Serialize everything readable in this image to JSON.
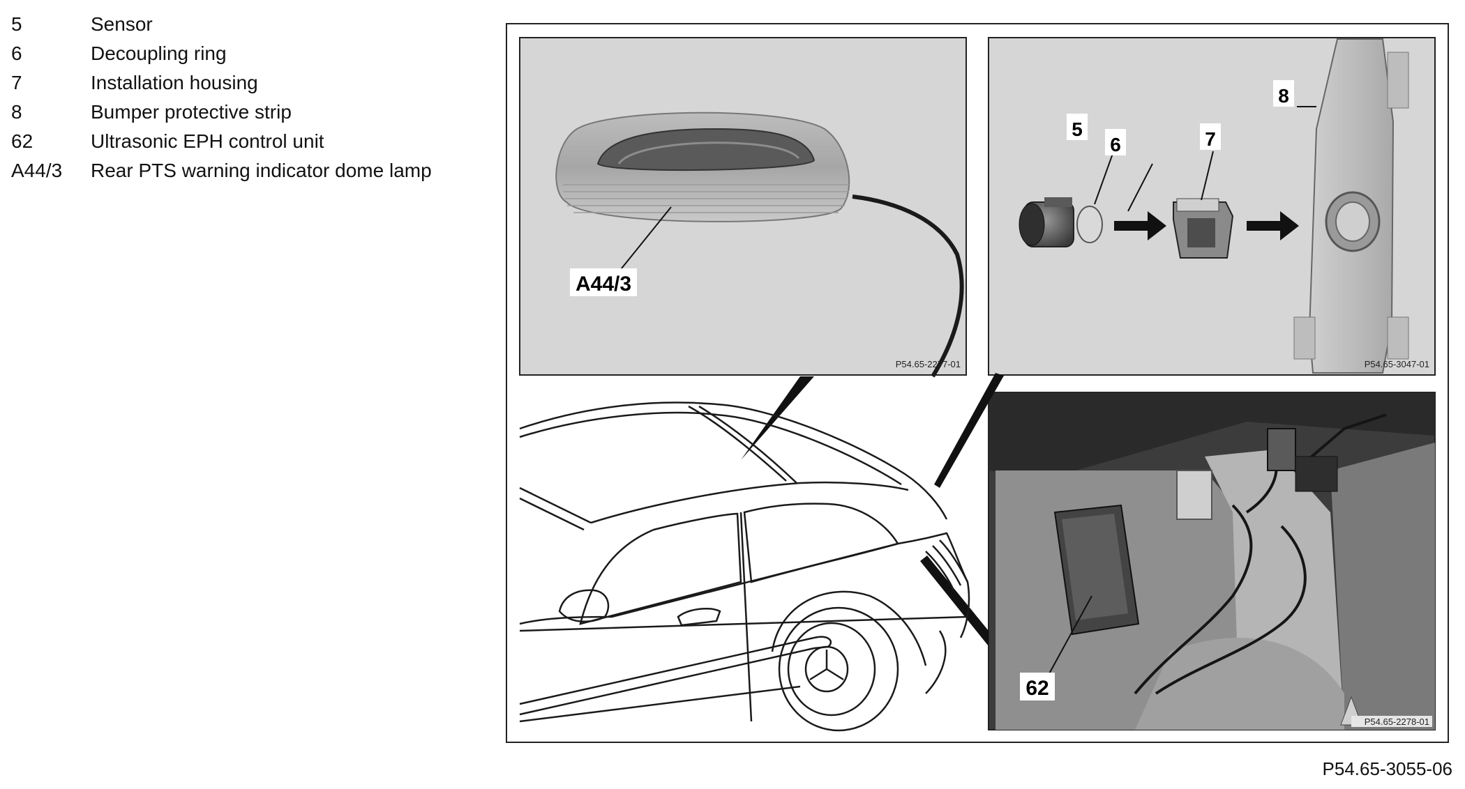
{
  "legend": [
    {
      "key": "5",
      "desc": "Sensor"
    },
    {
      "key": "6",
      "desc": "Decoupling ring"
    },
    {
      "key": "7",
      "desc": "Installation housing"
    },
    {
      "key": "8",
      "desc": "Bumper protective strip"
    },
    {
      "key": "62",
      "desc": "Ultrasonic EPH control unit"
    },
    {
      "key": "A44/3",
      "desc": "Rear PTS warning indicator dome lamp"
    }
  ],
  "panels": {
    "dome_lamp": {
      "callout": "A44/3",
      "code": "P54.65-2277-01"
    },
    "sensor_assembly": {
      "callouts": [
        "5",
        "6",
        "7",
        "8"
      ],
      "code": "P54.65-3047-01"
    },
    "control_unit": {
      "callout": "62",
      "code": "P54.65-2278-01"
    }
  },
  "figure_code": "P54.65-3055-06"
}
